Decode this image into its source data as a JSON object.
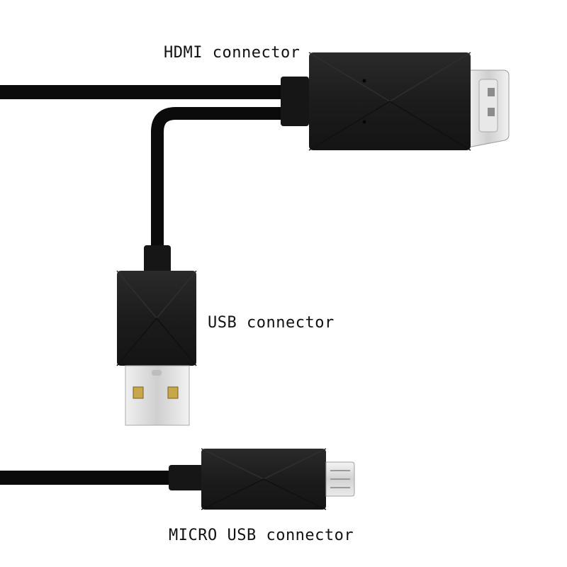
{
  "labels": {
    "hdmi": "HDMI connector",
    "usb": "USB connector",
    "micro_usb": "MICRO USB connector"
  },
  "colors": {
    "background": "#ffffff",
    "cable": "#0b0b0b",
    "housing": "#1e1e1e",
    "metal": "#dcdcdc",
    "text": "#111111"
  }
}
